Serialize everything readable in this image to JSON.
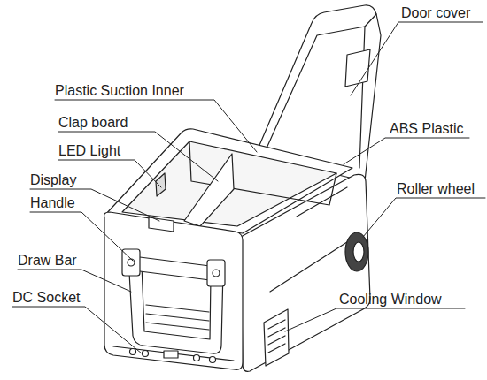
{
  "diagram": {
    "labels": [
      "Door cover",
      "Plastic Suction Inner",
      "Clap board",
      "ABS Plastic",
      "LED Light",
      "Roller wheel",
      "Display",
      "Handle",
      "Draw Bar",
      "DC Socket",
      "Cooling Window"
    ]
  }
}
